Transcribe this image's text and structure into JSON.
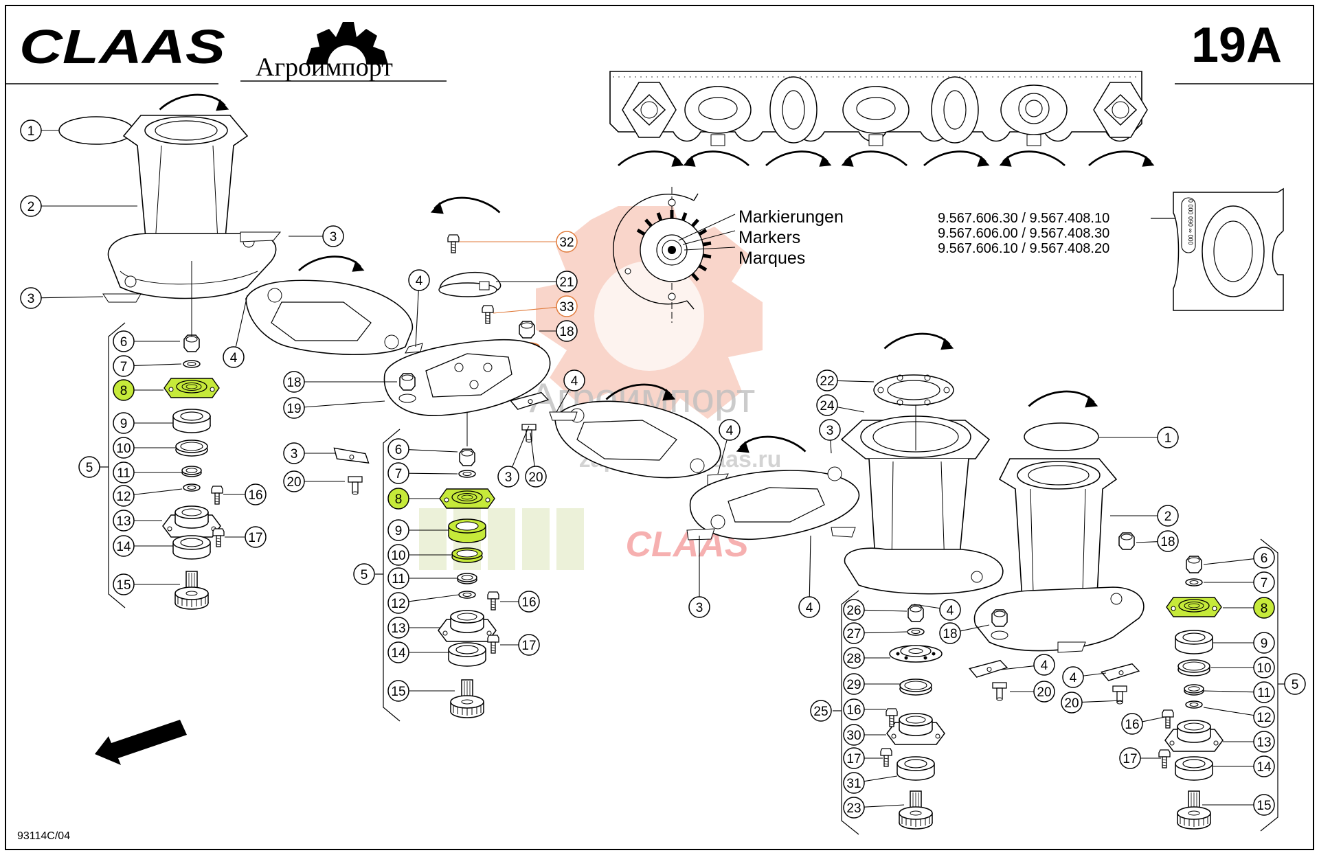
{
  "header": {
    "brand": "CLAAS",
    "dealer": "Агроимпорт",
    "page_code": "19A"
  },
  "markers": {
    "de": "Markierungen",
    "en": "Markers",
    "fr": "Marques"
  },
  "part_numbers": [
    "9.567.606.30 / 9.567.408.10",
    "9.567.606.00 / 9.567.408.30",
    "9.567.606.10 / 9.567.408.20"
  ],
  "stamp_digits": "0 000 090 ∞ 000",
  "watermark": {
    "text": "Агроимпорт",
    "site": "zapchasti-claas.ru",
    "brand": "CLAAS"
  },
  "footer": {
    "drawing_id": "93114C/04"
  },
  "colors": {
    "highlight": "#c6ea3a",
    "watermark": "#f2a28a",
    "callout_orange": "#e07a3a"
  },
  "callouts": {
    "c1": "1",
    "c2": "2",
    "c3": "3",
    "c3b": "3",
    "c4": "4",
    "c5": "5",
    "c6": "6",
    "c7": "7",
    "c8": "8",
    "c9": "9",
    "c10": "10",
    "c11": "11",
    "c12": "12",
    "c13": "13",
    "c14": "14",
    "c15": "15",
    "c16": "16",
    "c17": "17",
    "m4": "4",
    "m32": "32",
    "m21": "21",
    "m33": "33",
    "m18": "18",
    "m18b": "18",
    "m19": "19",
    "m3": "3",
    "m20": "20",
    "m6": "6",
    "m7": "7",
    "m8": "8",
    "m9": "9",
    "m10": "10",
    "m11": "11",
    "m5": "5",
    "m12": "12",
    "m13": "13",
    "m14": "14",
    "m15": "15",
    "m16": "16",
    "m17": "17",
    "m4b": "4",
    "m3b": "3",
    "m20b": "20",
    "m4c": "4",
    "m3c": "3",
    "m4d": "4",
    "r22": "22",
    "r24": "24",
    "r3": "3",
    "r1": "1",
    "r2": "2",
    "r18": "18",
    "r6": "6",
    "r7": "7",
    "r8": "8",
    "r4": "4",
    "r18b": "18",
    "r26": "26",
    "r27": "27",
    "r28": "28",
    "r29": "29",
    "r25": "25",
    "r16": "16",
    "r30": "30",
    "r17": "17",
    "r31": "31",
    "r23": "23",
    "r9": "9",
    "r10": "10",
    "r11": "11",
    "r4b": "4",
    "r4c": "4",
    "r20": "20",
    "r20b": "20",
    "r12": "12",
    "r5": "5",
    "r13": "13",
    "r14": "14",
    "r15": "15",
    "r16b": "16",
    "r17b": "17"
  }
}
